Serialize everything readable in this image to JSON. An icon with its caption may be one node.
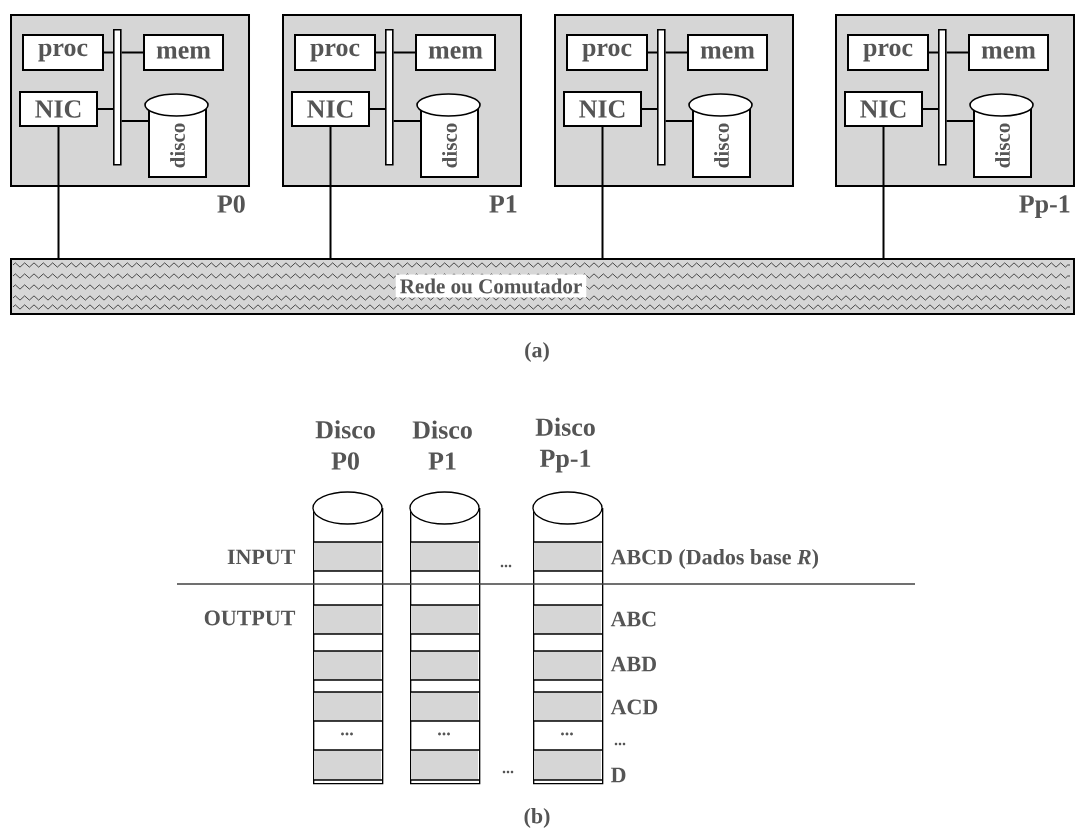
{
  "diagram": {
    "nodes": [
      {
        "text": [
          "P0"
        ]
      },
      {
        "text": [
          "proc"
        ],
        "in": 0
      },
      {
        "text": [
          "mem"
        ],
        "in": 0
      },
      {
        "text": [
          "NIC"
        ],
        "in": 0
      },
      {
        "text": [],
        "shape": "bar",
        "in": 0
      },
      {
        "text": [
          "disco"
        ],
        "in": 0
      },
      {
        "text": [
          "P1"
        ]
      },
      {
        "text": [
          "proc"
        ],
        "in": 6
      },
      {
        "text": [
          "mem"
        ],
        "in": 6
      },
      {
        "text": [
          "NIC"
        ],
        "in": 6
      },
      {
        "text": [],
        "shape": "bar",
        "in": 6
      },
      {
        "text": [
          "disco"
        ],
        "in": 6
      },
      {
        "text": [],
        "shape": "box"
      },
      {
        "text": [
          "proc"
        ],
        "in": 12
      },
      {
        "text": [
          "mem"
        ],
        "in": 12
      },
      {
        "text": [
          "NIC"
        ],
        "in": 12
      },
      {
        "text": [],
        "shape": "bar",
        "in": 12
      },
      {
        "text": [
          "disco"
        ],
        "in": 12
      },
      {
        "text": [
          "Pp-1"
        ]
      },
      {
        "text": [
          "proc"
        ],
        "in": 18
      },
      {
        "text": [
          "mem"
        ],
        "in": 18
      },
      {
        "text": [
          "NIC"
        ],
        "in": 18
      },
      {
        "text": [],
        "shape": "bar",
        "in": 18
      },
      {
        "text": [
          "disco"
        ],
        "in": 18
      },
      {
        "text": [
          "Rede ou Comutador"
        ]
      },
      {
        "text": [
          "Disco P0"
        ]
      },
      {
        "text": [
          "Disco P1"
        ]
      },
      {
        "text": [
          "Disco Pp-1"
        ]
      }
    ],
    "edges": [
      {
        "from": 1,
        "to": 4,
        "arrow": "none"
      },
      {
        "from": 2,
        "to": 4,
        "arrow": "none"
      },
      {
        "from": 3,
        "to": 4,
        "arrow": "none"
      },
      {
        "from": 5,
        "to": 4,
        "arrow": "none"
      },
      {
        "from": 3,
        "to": 24,
        "arrow": "none"
      },
      {
        "from": 7,
        "to": 10,
        "arrow": "none"
      },
      {
        "from": 8,
        "to": 10,
        "arrow": "none"
      },
      {
        "from": 9,
        "to": 10,
        "arrow": "none"
      },
      {
        "from": 11,
        "to": 10,
        "arrow": "none"
      },
      {
        "from": 9,
        "to": 24,
        "arrow": "none"
      },
      {
        "from": 13,
        "to": 16,
        "arrow": "none"
      },
      {
        "from": 14,
        "to": 16,
        "arrow": "none"
      },
      {
        "from": 15,
        "to": 16,
        "arrow": "none"
      },
      {
        "from": 17,
        "to": 16,
        "arrow": "none"
      },
      {
        "from": 15,
        "to": 24,
        "arrow": "none"
      },
      {
        "from": 19,
        "to": 22,
        "arrow": "none"
      },
      {
        "from": 20,
        "to": 22,
        "arrow": "none"
      },
      {
        "from": 21,
        "to": 22,
        "arrow": "none"
      },
      {
        "from": 23,
        "to": 22,
        "arrow": "none"
      },
      {
        "from": 21,
        "to": 24,
        "arrow": "none"
      }
    ],
    "labels": [
      "(a)",
      "INPUT",
      "...",
      "ABCD (Dados base *R*)",
      "OUTPUT",
      "ABC",
      "ABD",
      "ACD",
      "...",
      "...",
      "...",
      "...",
      "...",
      "D",
      "(b)"
    ]
  }
}
